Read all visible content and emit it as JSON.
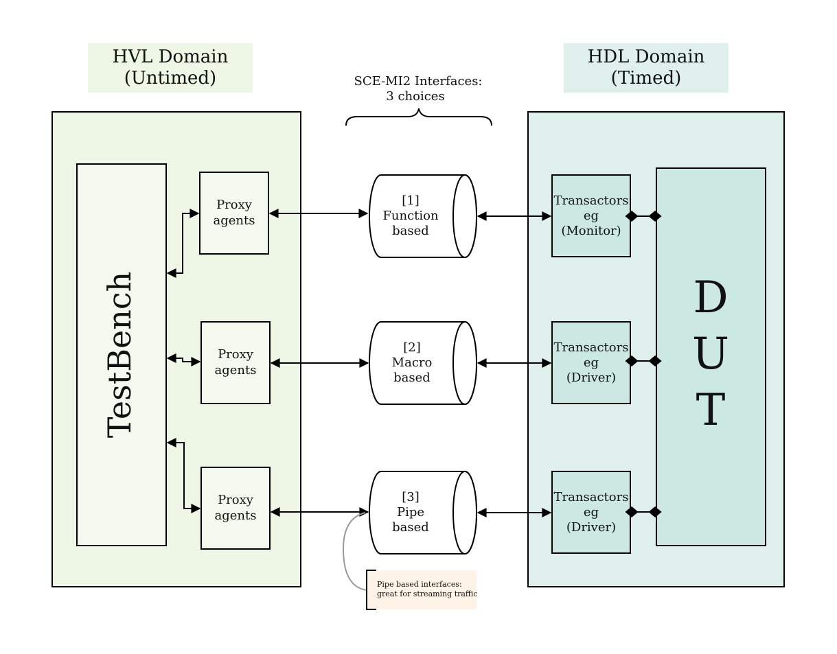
{
  "hvl": {
    "title_line1": "HVL Domain",
    "title_line2": "(Untimed)"
  },
  "hdl": {
    "title_line1": "HDL Domain",
    "title_line2": "(Timed)"
  },
  "interfaces_header": {
    "line1": "SCE-MI2 Interfaces:",
    "line2": "3 choices"
  },
  "testbench": {
    "label": "TestBench"
  },
  "dut": {
    "letters": [
      "D",
      "U",
      "T"
    ]
  },
  "proxies": [
    {
      "line1": "Proxy",
      "line2": "agents"
    },
    {
      "line1": "Proxy",
      "line2": "agents"
    },
    {
      "line1": "Proxy",
      "line2": "agents"
    }
  ],
  "interfaces": [
    {
      "line1": "[1]",
      "line2": "Function",
      "line3": "based"
    },
    {
      "line1": "[2]",
      "line2": "Macro",
      "line3": "based"
    },
    {
      "line1": "[3]",
      "line2": "Pipe",
      "line3": "based"
    }
  ],
  "transactors": [
    {
      "line1": "Transactors",
      "line2": "eg",
      "line3": "(Monitor)"
    },
    {
      "line1": "Transactors",
      "line2": "eg",
      "line3": "(Driver)"
    },
    {
      "line1": "Transactors",
      "line2": "eg",
      "line3": "(Driver)"
    }
  ],
  "note": {
    "line1": "Pipe based interfaces:",
    "line2": "great for streaming traffic"
  },
  "colors": {
    "hvl_bg": "#eef6e6",
    "hdl_bg": "#dff0ec",
    "transactor_bg": "#cce8e2",
    "proxy_bg": "#f3f9ee",
    "note_bg": "#fdf3e6"
  }
}
